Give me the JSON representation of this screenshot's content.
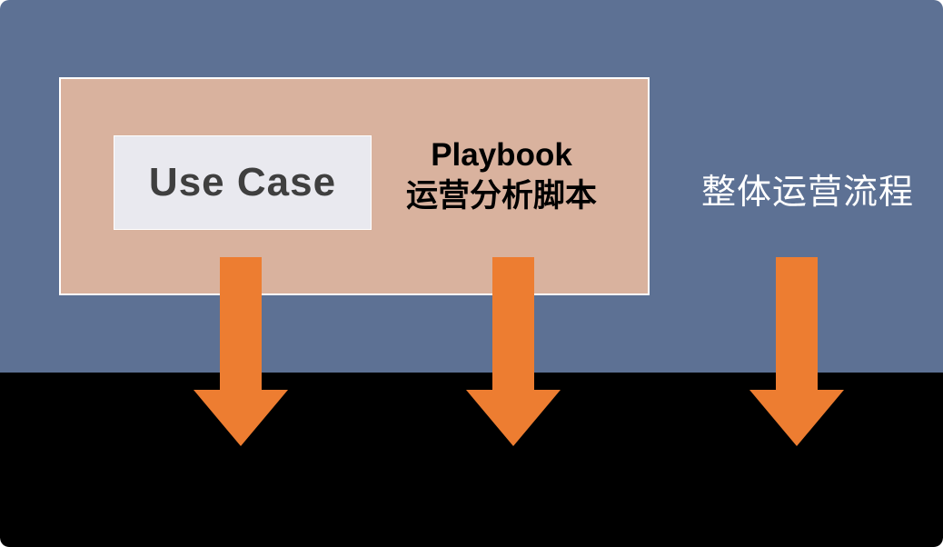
{
  "colors": {
    "background_top": "#5d7194",
    "background_bottom": "#000000",
    "box_fill": "#d9b29e",
    "box_border": "#ffffff",
    "use_case_box_fill": "#e9e9ef",
    "use_case_text": "#3f3f3f",
    "playbook_text": "#000000",
    "right_label_text": "#ffffff",
    "arrow": "#ed7d31"
  },
  "labels": {
    "use_case": "Use Case",
    "playbook_line1": "Playbook",
    "playbook_line2": "运营分析脚本",
    "overall_process": "整体运营流程"
  },
  "arrows": [
    {
      "name": "arrow-under-use-case"
    },
    {
      "name": "arrow-under-playbook"
    },
    {
      "name": "arrow-under-overall-process"
    }
  ]
}
